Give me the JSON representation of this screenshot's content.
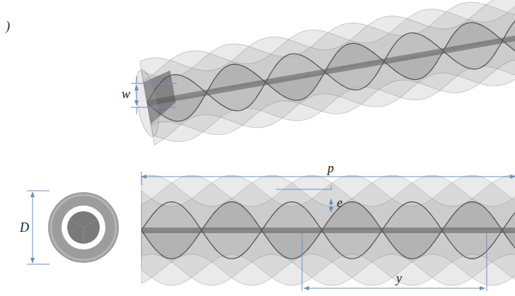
{
  "diagram": {
    "labels": [
      ")",
      "w",
      "p",
      "e",
      "D",
      "y"
    ]
  }
}
